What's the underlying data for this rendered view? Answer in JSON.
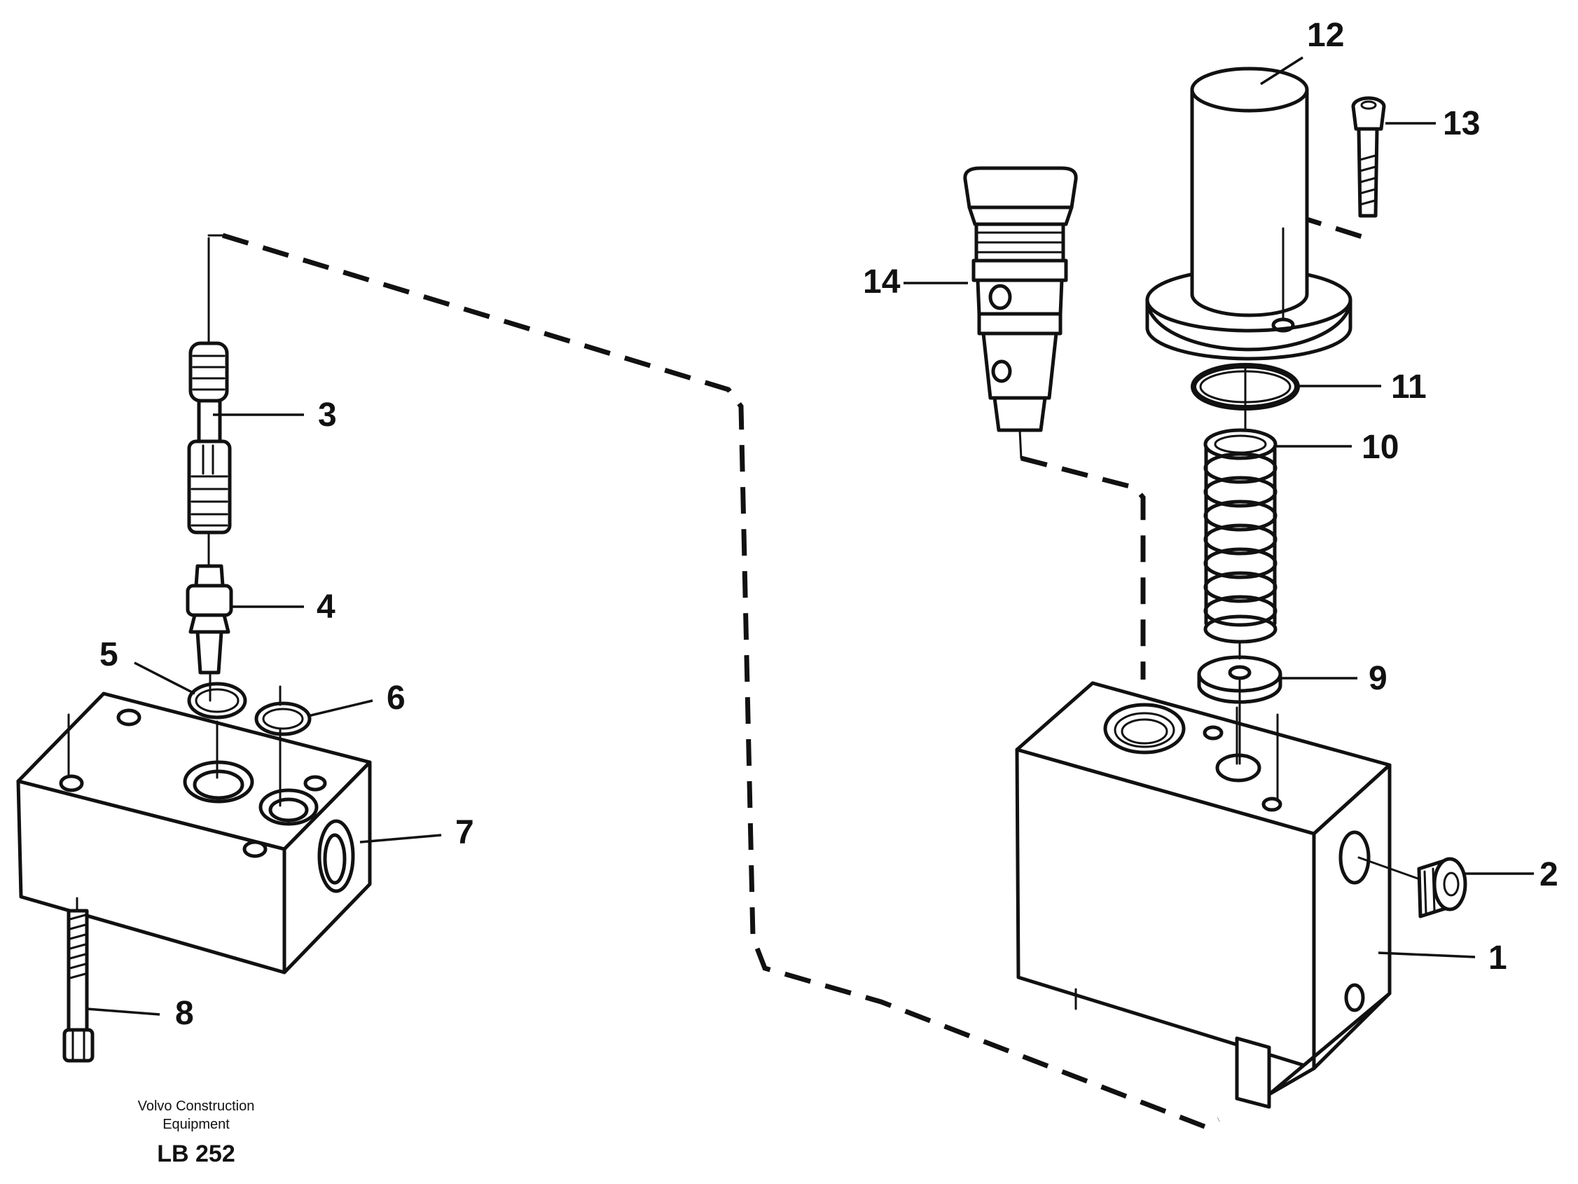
{
  "diagram": {
    "callouts": {
      "p1": "1",
      "p2": "2",
      "p3": "3",
      "p4": "4",
      "p5": "5",
      "p6": "6",
      "p7": "7",
      "p8": "8",
      "p9": "9",
      "p10": "10",
      "p11": "11",
      "p12": "12",
      "p13": "13",
      "p14": "14"
    },
    "line_color": "#111111",
    "background": "#ffffff"
  },
  "caption": {
    "company_line1": "Volvo Construction",
    "company_line2": "Equipment",
    "drawing_id": "LB 252"
  }
}
